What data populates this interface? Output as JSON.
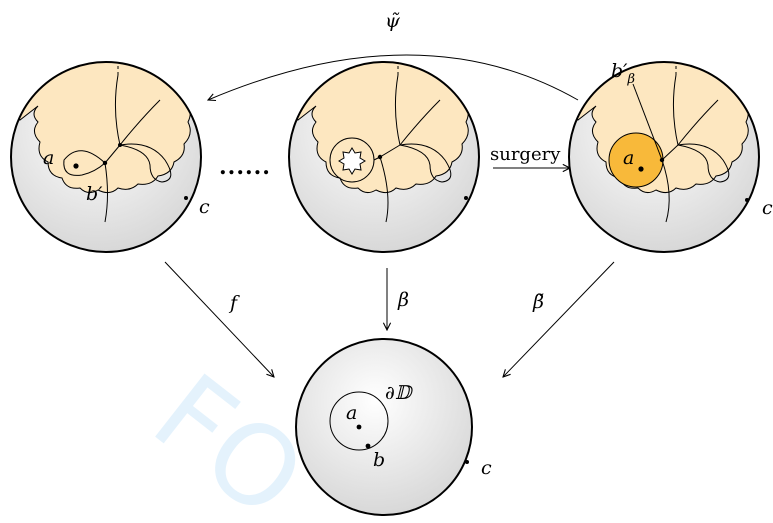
{
  "watermark": "FO",
  "labels": {
    "psi_tilde": "ψ̃",
    "b_prime_beta": "b′",
    "b_prime_beta_sub": "β",
    "surgery": "surgery",
    "dots": "......",
    "a_left": "a",
    "b_prime_left": "b′",
    "c_left": "c",
    "a_right": "a",
    "c_right": "c",
    "f": "f",
    "beta": "β",
    "beta_tilde": "β̃",
    "partial_D": "∂𝔻",
    "a_bottom": "a",
    "b_bottom": "b",
    "c_bottom": "c"
  },
  "colors": {
    "cream": "#fde7c0",
    "gray": "#e3e3e3",
    "orange": "#f8b93a",
    "stroke": "#000000"
  }
}
